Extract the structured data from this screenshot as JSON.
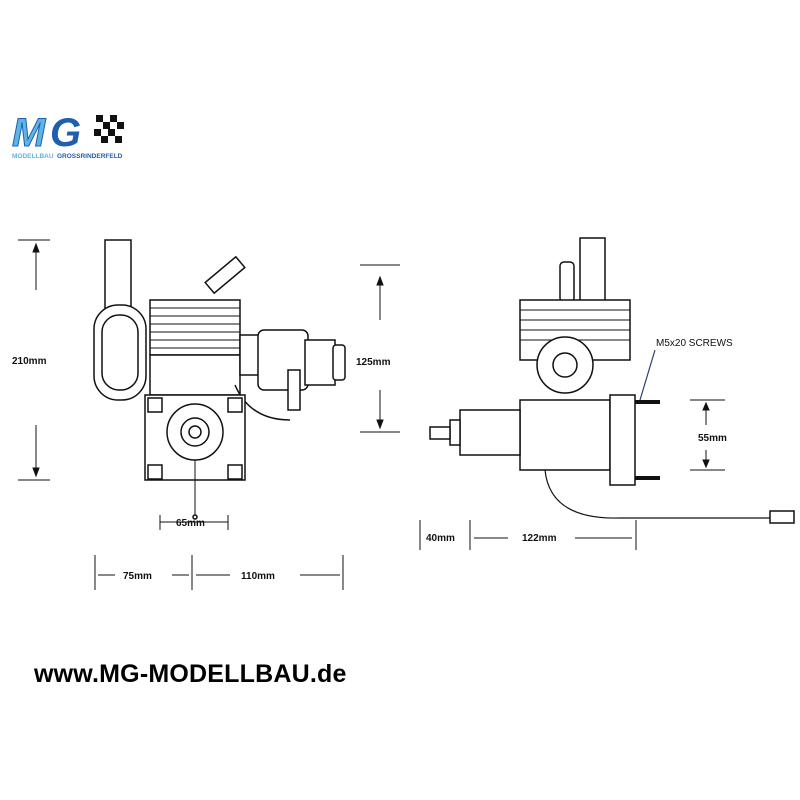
{
  "logo": {
    "letters": "MG",
    "tagline_a": "MODELLBAU",
    "tagline_b": "GROSSRINDERFELD",
    "colors": {
      "light_blue": "#5fb4e6",
      "dark_blue": "#1f5fae",
      "checker": "#111111"
    }
  },
  "front_view": {
    "height_label": "210mm",
    "carb_height_label": "125mm",
    "shaft_width_label": "65mm",
    "left_width_label": "75mm",
    "right_width_label": "110mm"
  },
  "side_view": {
    "screws_label": "M5x20 SCREWS",
    "mount_height_label": "55mm",
    "front_length_label": "40mm",
    "body_length_label": "122mm"
  },
  "footer": {
    "url": "www.MG-MODELLBAU.de"
  }
}
